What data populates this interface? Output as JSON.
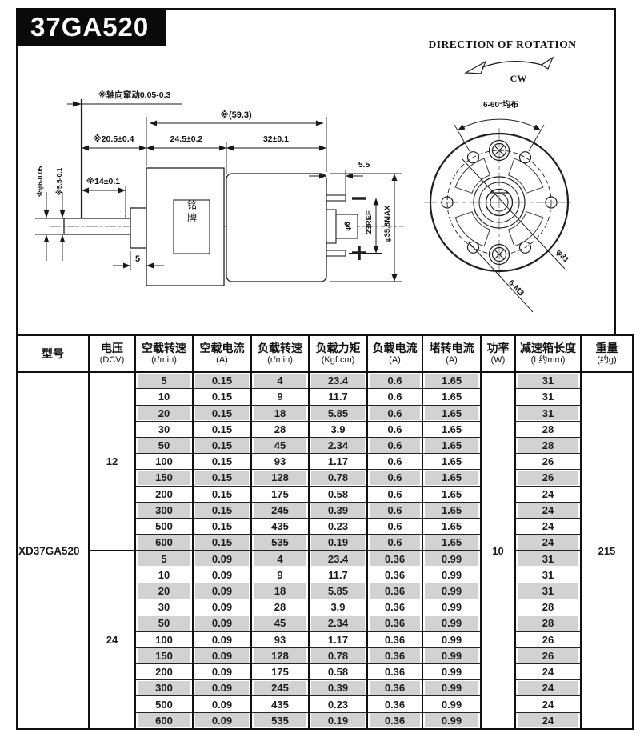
{
  "title": "37GA520",
  "rotation_note": {
    "heading": "DIRECTION OF ROTATION",
    "direction": "CW"
  },
  "drawing": {
    "side": {
      "axial_play": "※轴向窜动0.05-0.3",
      "overall_length": "※(59.3)",
      "shaft_length": "※20.5±0.4",
      "gearbox_length": "24.5±0.2",
      "motor_length": "32±0.1",
      "terminal_protrusion": "5.5",
      "flat_length": "※14±0.1",
      "collar_width": "5",
      "shaft_diameter": "※φ6-0.05",
      "flat_height": "※5.5-0.1",
      "nameplate": "铭牌",
      "rear_shaft_diameter": "φ6",
      "terminal_span": "23REF",
      "body_diameter": "φ35.8MAX"
    },
    "front": {
      "hole_pattern": "6-60°均布",
      "bolt_circle_diameter": "φ31",
      "thread_spec": "6-M3"
    }
  },
  "table": {
    "model": "XD37GA520",
    "power": "10",
    "weight": "215",
    "headers": [
      {
        "name": "型号",
        "unit": ""
      },
      {
        "name": "电压",
        "unit": "(DCV)"
      },
      {
        "name": "空载转速",
        "unit": "(r/min)"
      },
      {
        "name": "空载电流",
        "unit": "(A)"
      },
      {
        "name": "负载转速",
        "unit": "(r/min)"
      },
      {
        "name": "负载力矩",
        "unit": "(Kgf.cm)"
      },
      {
        "name": "负载电流",
        "unit": "(A)"
      },
      {
        "name": "堵转电流",
        "unit": "(A)"
      },
      {
        "name": "功率",
        "unit": "(W)"
      },
      {
        "name": "减速箱长度",
        "unit": "(L约mm)"
      },
      {
        "name": "重量",
        "unit": "(约g)"
      }
    ],
    "sections": [
      {
        "voltage": "12",
        "rows": [
          [
            "5",
            "0.15",
            "4",
            "23.4",
            "0.6",
            "1.65",
            "31"
          ],
          [
            "10",
            "0.15",
            "9",
            "11.7",
            "0.6",
            "1.65",
            "31"
          ],
          [
            "20",
            "0.15",
            "18",
            "5.85",
            "0.6",
            "1.65",
            "31"
          ],
          [
            "30",
            "0.15",
            "28",
            "3.9",
            "0.6",
            "1.65",
            "28"
          ],
          [
            "50",
            "0.15",
            "45",
            "2.34",
            "0.6",
            "1.65",
            "28"
          ],
          [
            "100",
            "0.15",
            "93",
            "1.17",
            "0.6",
            "1.65",
            "26"
          ],
          [
            "150",
            "0.15",
            "128",
            "0.78",
            "0.6",
            "1.65",
            "26"
          ],
          [
            "200",
            "0.15",
            "175",
            "0.58",
            "0.6",
            "1.65",
            "24"
          ],
          [
            "300",
            "0.15",
            "245",
            "0.39",
            "0.6",
            "1.65",
            "24"
          ],
          [
            "500",
            "0.15",
            "435",
            "0.23",
            "0.6",
            "1.65",
            "24"
          ],
          [
            "600",
            "0.15",
            "535",
            "0.19",
            "0.6",
            "1.65",
            "24"
          ]
        ]
      },
      {
        "voltage": "24",
        "rows": [
          [
            "5",
            "0.09",
            "4",
            "23.4",
            "0.36",
            "0.99",
            "31"
          ],
          [
            "10",
            "0.09",
            "9",
            "11.7",
            "0.36",
            "0.99",
            "31"
          ],
          [
            "20",
            "0.09",
            "18",
            "5.85",
            "0.36",
            "0.99",
            "31"
          ],
          [
            "30",
            "0.09",
            "28",
            "3.9",
            "0.36",
            "0.99",
            "28"
          ],
          [
            "50",
            "0.09",
            "45",
            "2.34",
            "0.36",
            "0.99",
            "28"
          ],
          [
            "100",
            "0.09",
            "93",
            "1.17",
            "0.36",
            "0.99",
            "26"
          ],
          [
            "150",
            "0.09",
            "128",
            "0.78",
            "0.36",
            "0.99",
            "26"
          ],
          [
            "200",
            "0.09",
            "175",
            "0.58",
            "0.36",
            "0.99",
            "24"
          ],
          [
            "300",
            "0.09",
            "245",
            "0.39",
            "0.36",
            "0.99",
            "24"
          ],
          [
            "500",
            "0.09",
            "435",
            "0.23",
            "0.36",
            "0.99",
            "24"
          ],
          [
            "600",
            "0.09",
            "535",
            "0.19",
            "0.36",
            "0.99",
            "24"
          ]
        ]
      }
    ]
  }
}
